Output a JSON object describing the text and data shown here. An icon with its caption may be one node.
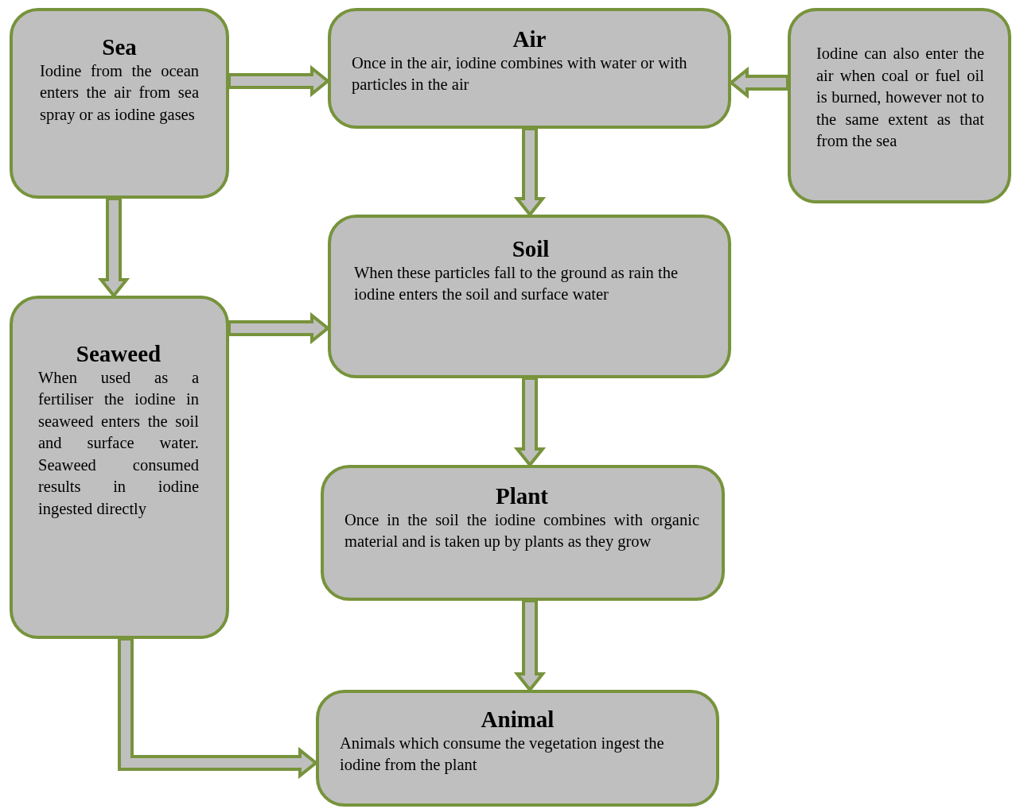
{
  "diagram": {
    "nodes": [
      {
        "text": [
          "Sea",
          "Iodine from the ocean enters the air from sea spray or as iodine gases"
        ]
      },
      {
        "text": [
          "Air",
          "Once in the air, iodine combines with water or with particles in the air"
        ]
      },
      {
        "text": [
          "Iodine can also enter the air when coal or fuel oil is burned, however not to the same extent as that from the sea"
        ]
      },
      {
        "text": [
          "Soil",
          "When these particles fall to the ground as rain the iodine enters the soil and surface water"
        ]
      },
      {
        "text": [
          "Seaweed",
          "When used as a fertiliser the iodine in seaweed enters the soil and surface water. Seaweed consumed results in iodine ingested directly"
        ]
      },
      {
        "text": [
          "Plant",
          "Once in the soil the iodine combines with organic material and is taken up by plants as they grow"
        ]
      },
      {
        "text": [
          "Animal",
          "Animals which consume the vegetation ingest the iodine from the plant"
        ]
      }
    ],
    "edges": [
      {
        "from": 0,
        "to": 1,
        "arrow": "to"
      },
      {
        "from": 2,
        "to": 1,
        "arrow": "to"
      },
      {
        "from": 1,
        "to": 3,
        "arrow": "to"
      },
      {
        "from": 0,
        "to": 4,
        "arrow": "to"
      },
      {
        "from": 4,
        "to": 3,
        "arrow": "to"
      },
      {
        "from": 3,
        "to": 5,
        "arrow": "to"
      },
      {
        "from": 5,
        "to": 6,
        "arrow": "to"
      },
      {
        "from": 4,
        "to": 6,
        "arrow": "to"
      }
    ]
  }
}
